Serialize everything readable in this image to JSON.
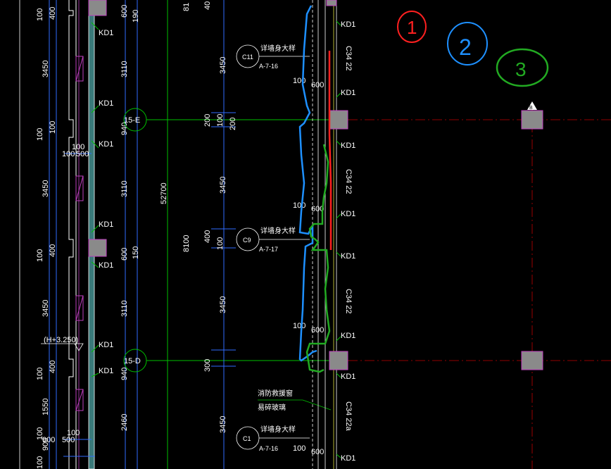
{
  "colors": {
    "background": "#000000",
    "grid_axis": "#00c000",
    "dimension": "#2f6cff",
    "wall": "#ffffff",
    "column_fill": "#8a8a8a",
    "column_edge": "#c040c0",
    "axis_dashdot": "#c00000",
    "markup_red": "#ff2020",
    "markup_blue": "#1e90ff",
    "markup_green": "#22aa22",
    "accent_yellow": "#e0e040"
  },
  "annotations": {
    "mark1": "1",
    "mark2": "2",
    "mark3": "3",
    "axis_marker": "B"
  },
  "axes": {
    "axis_15E": "15-E",
    "axis_15D": "15-D"
  },
  "window_tags": [
    {
      "code": "C11",
      "ref": "A-7-16",
      "label": "详墙身大样"
    },
    {
      "code": "C9",
      "ref": "A-7-17",
      "label": "详墙身大样"
    },
    {
      "code": "C1",
      "ref": "A-7-16",
      "label": "详墙身大样"
    }
  ],
  "kd_label": "KD1",
  "dims_left_vertical": [
    "100",
    "400",
    "3450",
    "100",
    "100",
    "3450",
    "100",
    "400",
    "3450",
    "100",
    "400",
    "100",
    "1550",
    "900",
    "100"
  ],
  "dims_col2_vertical": [
    "600",
    "190",
    "3110",
    "940",
    "3110",
    "600",
    "150",
    "3110",
    "940",
    "2460"
  ],
  "dims_horizontal": [
    "100",
    "500",
    "100",
    "500",
    "900",
    "100"
  ],
  "level_label": "(H+3.250)",
  "overall_dims": {
    "total": "52700",
    "bay": "8100",
    "top_partial": "81",
    "top_partial2": "40"
  },
  "mid_dims": [
    "3450",
    "200",
    "100",
    "200",
    "3450",
    "400",
    "100",
    "3450",
    "300",
    "3450"
  ],
  "right_dims": [
    "100",
    "600",
    "100",
    "600",
    "100",
    "600",
    "100",
    "600"
  ],
  "wall_codes": [
    "C34 22",
    "C34 22",
    "C34 22",
    "C34 22a"
  ],
  "fire_note_1": "消防救援窗",
  "fire_note_2": "易碎玻璃"
}
